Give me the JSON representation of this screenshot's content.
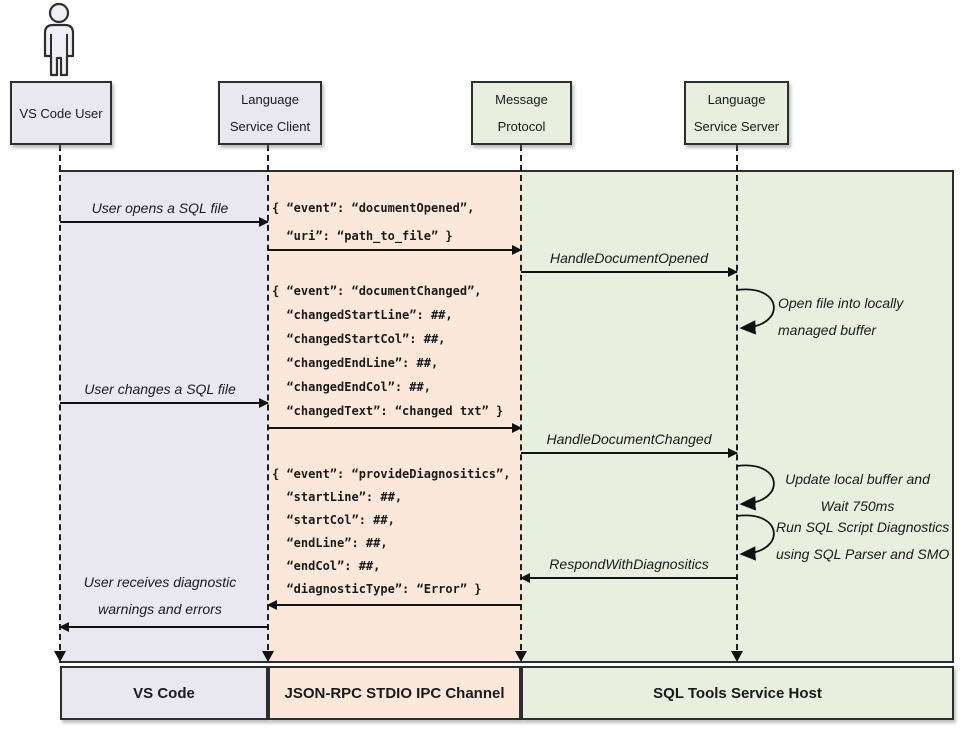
{
  "colors": {
    "lavender": "#e9e8f1",
    "peach": "#fce8da",
    "green": "#e7efdf"
  },
  "actors": {
    "user": {
      "line1": "VS Code User"
    },
    "client": {
      "line1": "Language",
      "line2": "Service Client"
    },
    "protocol": {
      "line1": "Message",
      "line2": "Protocol"
    },
    "server": {
      "line1": "Language",
      "line2": "Service Server"
    }
  },
  "lanes": {
    "vscode": "VS Code",
    "ipc": "JSON-RPC STDIO IPC Channel",
    "host": "SQL Tools Service Host"
  },
  "labels": {
    "user_opens": "User opens a SQL file",
    "user_changes": "User changes a SQL file",
    "user_receives_line1": "User receives diagnostic",
    "user_receives_line2": "warnings and errors",
    "handle_opened": "HandleDocumentOpened",
    "handle_changed": "HandleDocumentChanged",
    "respond": "RespondWithDiagnositics"
  },
  "notes": {
    "open_file_line1": "Open file into locally",
    "open_file_line2": "managed buffer",
    "update_line1": "Update local buffer and",
    "update_line2": "Wait 750ms",
    "run_line1": "Run SQL Script Diagnostics",
    "run_line2": "using SQL Parser and SMO"
  },
  "payloads": {
    "opened": {
      "l1": "{ “event”: “documentOpened”,",
      "l2": "  “uri”: “path_to_file” }"
    },
    "changed": {
      "l1": "{ “event”: “documentChanged”,",
      "l2": "  “changedStartLine”: ##,",
      "l3": "  “changedStartCol”: ##,",
      "l4": "  “changedEndLine”: ##,",
      "l5": "  “changedEndCol”: ##,",
      "l6": "  “changedText”: “changed txt” }"
    },
    "diagnostics": {
      "l1": "{ “event”: “provideDiagnositics”,",
      "l2": "  “startLine”: ##,",
      "l3": "  “startCol”: ##,",
      "l4": "  “endLine”: ##,",
      "l5": "  “endCol”: ##,",
      "l6": "  “diagnosticType”: “Error” }"
    }
  }
}
